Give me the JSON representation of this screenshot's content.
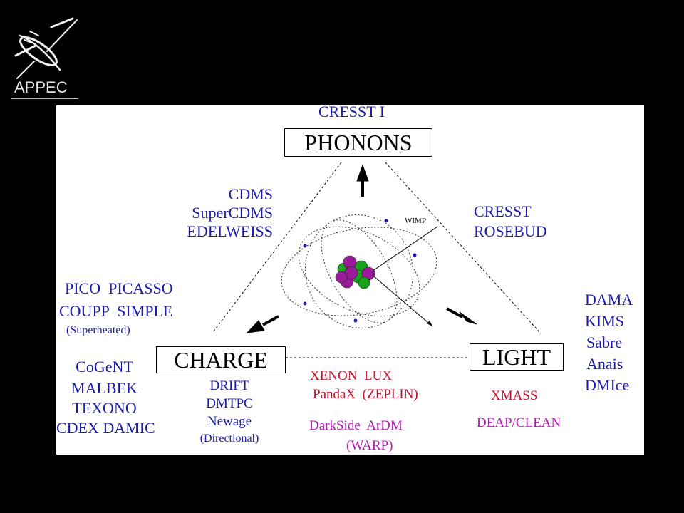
{
  "logo": {
    "text": "APPEC"
  },
  "colors": {
    "background": "#000000",
    "panel": "#ffffff",
    "blue": "#1c1ca8",
    "red": "#c8102e",
    "magenta": "#b31ab3",
    "nucleus_green": "#1aa31a",
    "nucleus_purple": "#9a1a9a"
  },
  "corners": {
    "phonons": "PHONONS",
    "charge": "CHARGE",
    "light": "LIGHT"
  },
  "atom": {
    "particle_label": "WIMP"
  },
  "groups": {
    "phonons_top": [
      "CRESST I"
    ],
    "phonons_charge": [
      "CDMS",
      "SuperCDMS",
      "EDELWEISS"
    ],
    "phonons_light": [
      "CRESST",
      "ROSEBUD"
    ],
    "superheated": [
      "PICO  PICASSO",
      "COUPP  SIMPLE",
      "(Superheated)"
    ],
    "charge_only": [
      "CoGeNT",
      "MALBEK",
      "TEXONO",
      "CDEX DAMIC"
    ],
    "directional": [
      "DRIFT",
      "DMTPC",
      "Newage",
      "(Directional)"
    ],
    "charge_light_red": [
      "XENON  LUX",
      "PandaX  (ZEPLIN)"
    ],
    "charge_light_magenta": [
      "DarkSide  ArDM",
      "(WARP)"
    ],
    "light_red": [
      "XMASS"
    ],
    "light_magenta": [
      "DEAP/CLEAN"
    ],
    "light_only": [
      "DAMA",
      "KIMS",
      "Sabre",
      "Anais",
      "DMIce"
    ]
  }
}
